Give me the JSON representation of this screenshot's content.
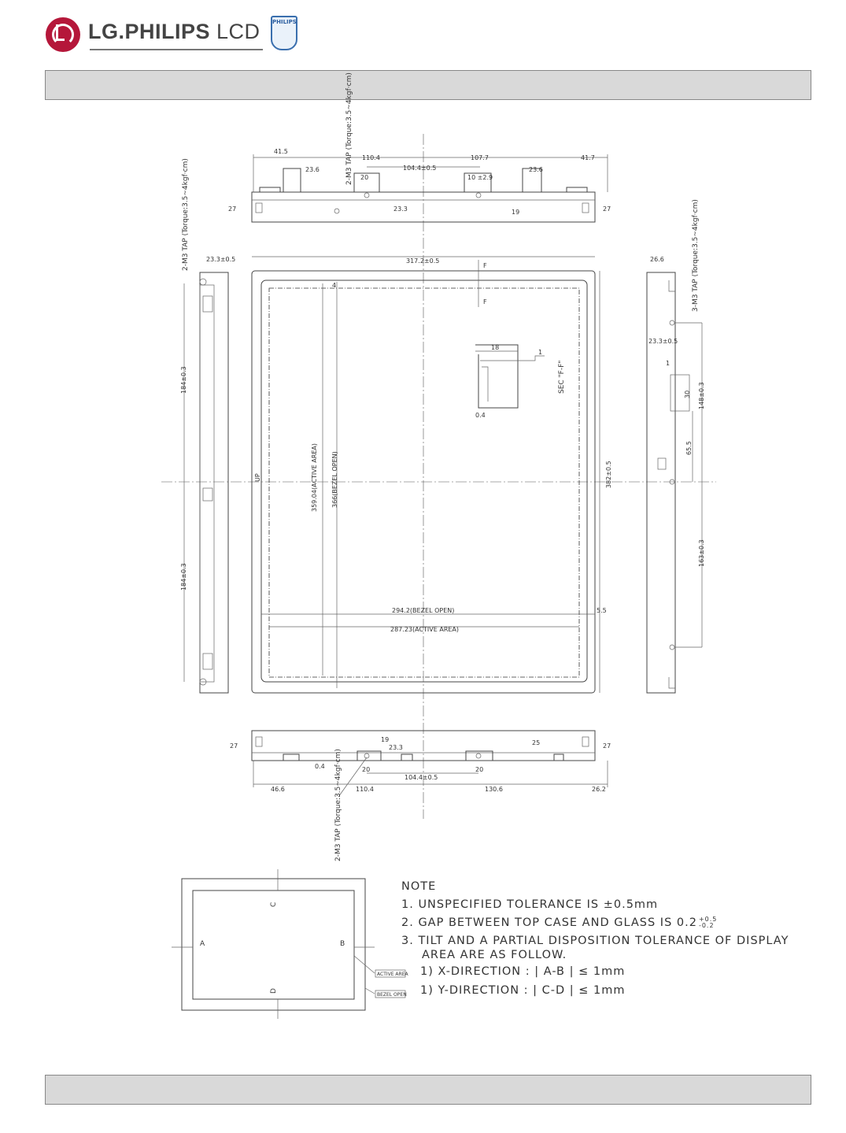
{
  "brand": {
    "name": "LG.PHILIPS",
    "suffix": " LCD",
    "partner": "PHILIPS"
  },
  "drawing": {
    "dims_top": [
      "41.5",
      "23.6",
      "110.4",
      "20",
      "104.4±0.5",
      "107.7",
      "10 ±2.9",
      "23.6",
      "41.7",
      "27",
      "23.3",
      "19",
      "27"
    ],
    "dims_left": [
      "23.3±0.5",
      "184±0.3",
      "184±0.3"
    ],
    "dims_front": [
      "317.2±0.5",
      "4",
      "359.04(ACTIVE AREA)",
      "366(BEZEL OPEN)",
      "382±0.5",
      "294.2(BEZEL OPEN)",
      "287.23(ACTIVE AREA)",
      "5.5",
      "UP"
    ],
    "dims_right": [
      "26.6",
      "23.3±0.5",
      "30",
      "148±0.3",
      "65.5",
      "163±0.3",
      "1"
    ],
    "dims_bottom": [
      "27",
      "0.4",
      "19",
      "23.3",
      "20",
      "104.4±0.5",
      "20",
      "25",
      "27",
      "46.6",
      "110.4",
      "130.6",
      "26.2"
    ],
    "section": {
      "title": "SEC \"F-F\"",
      "dims": [
        "18",
        "1",
        "0.4"
      ],
      "marker": "F"
    },
    "tap_notes": [
      "2-M3 TAP (Torque:3.5~4kgf·cm)",
      "2-M3 TAP (Torque:3.5~4kgf·cm)",
      "3-M3 TAP (Torque:3.5~4kgf·cm)",
      "2-M3 TAP (Torque:3.5~4kgf·cm)"
    ],
    "detail": {
      "labels": [
        "A",
        "B",
        "C",
        "D"
      ],
      "active_area": "ACTIVE AREA",
      "bezel_open": "BEZEL OPEN"
    }
  },
  "notes": {
    "title": "NOTE",
    "item1": "1.  UNSPECIFIED  TOLERANCE  IS  ±0.5mm",
    "item2_prefix": "2.  GAP  BETWEEN  TOP  CASE  AND  GLASS  IS  0.2",
    "item2_sup": "+0.5",
    "item2_sub": "-0.2",
    "item3_line1": "3.  TILT  AND  A  PARTIAL  DISPOSITION  TOLERANCE  OF  DISPLAY",
    "item3_line2": "AREA  ARE  AS  FOLLOW.",
    "item3_x": "1)  X-DIRECTION  :  | A-B |  ≤  1mm",
    "item3_y": "1)  Y-DIRECTION  :  | C-D |  ≤  1mm"
  }
}
